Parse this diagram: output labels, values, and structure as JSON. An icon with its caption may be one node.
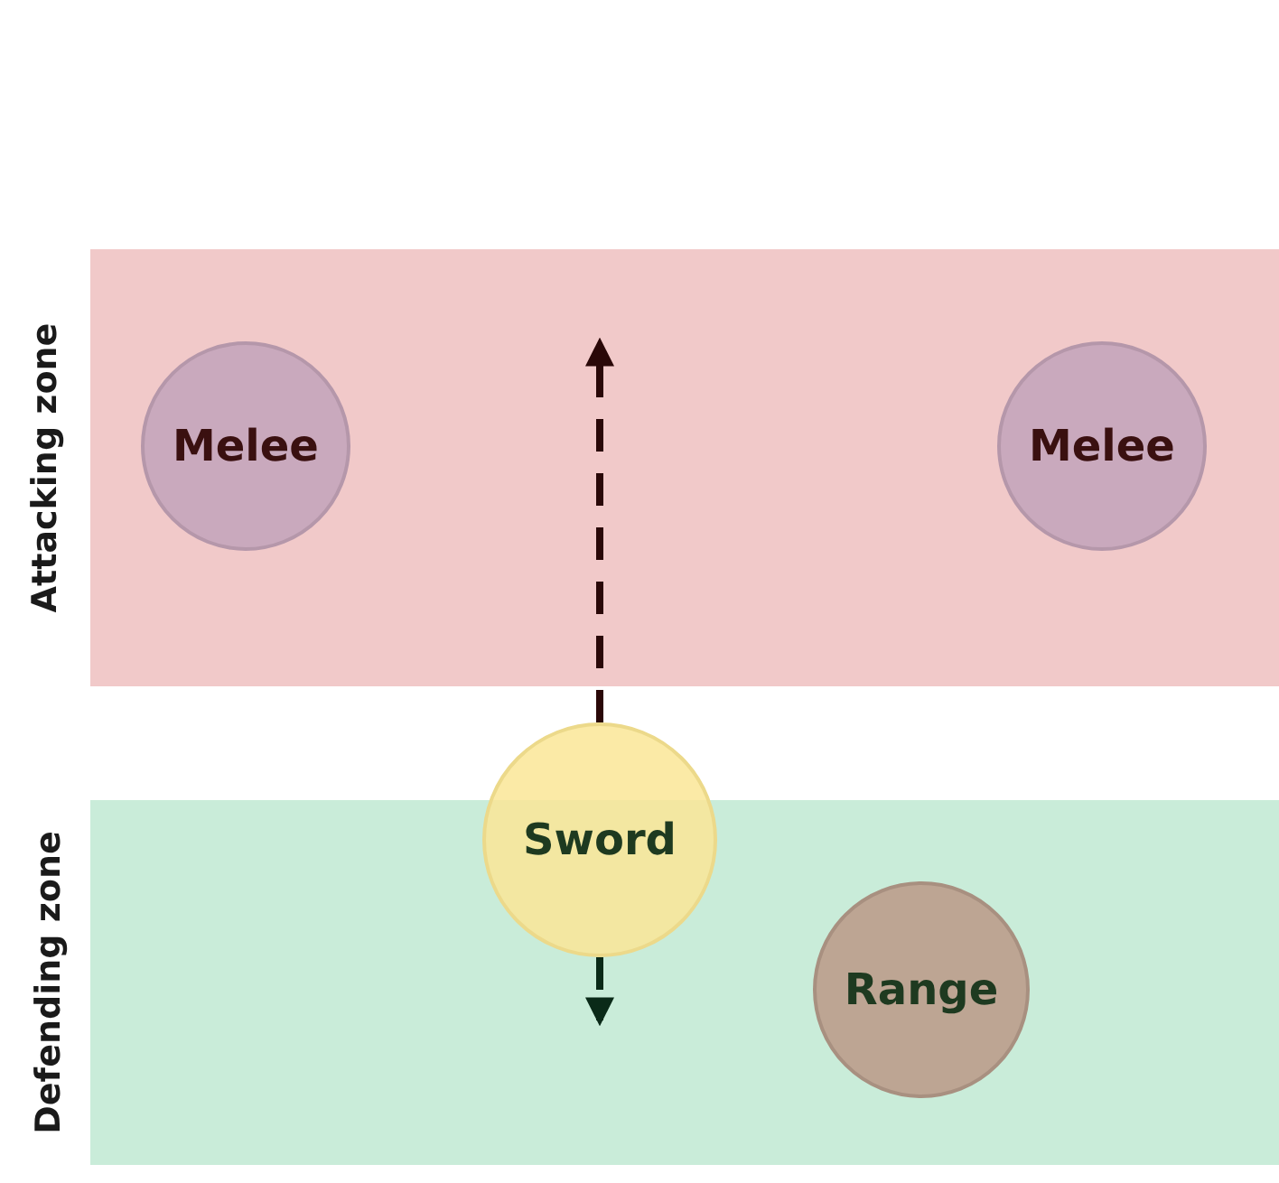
{
  "diagram": {
    "nodes": [
      {
        "text": [
          "Attacking zone"
        ]
      },
      {
        "text": [
          "Melee"
        ],
        "in": 0
      },
      {
        "text": [
          "Melee"
        ],
        "in": 0
      },
      {
        "text": [
          "Defending zone"
        ]
      },
      {
        "text": [
          "Sword"
        ]
      },
      {
        "text": [
          "Range"
        ],
        "in": 3
      }
    ],
    "edges": [
      {
        "from": 4,
        "to": null,
        "arrow": "to",
        "style": "dashed",
        "color": "#2a0808"
      },
      {
        "from": 4,
        "to": null,
        "arrow": "to",
        "style": "dashed",
        "color": "#0a2a18"
      }
    ]
  }
}
